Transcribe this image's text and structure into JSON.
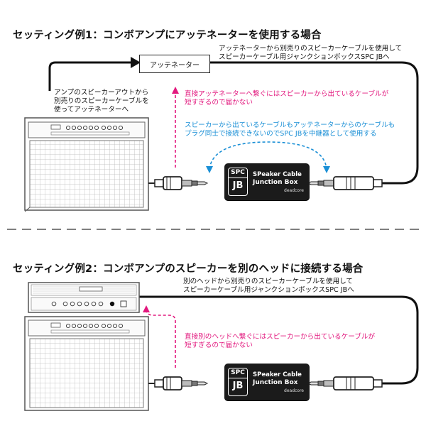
{
  "section1": {
    "heading": "セッティング例1：コンボアンプにアッテネーターを使用する場合",
    "attenuator_label": "アッテネーター",
    "note_top": [
      "アッテネーターから別売りのスピーカーケーブルを使用して",
      "スピーカーケーブル用ジャンクションボックスSPC JBへ"
    ],
    "note_amp": [
      "アンプのスピーカーアウトから",
      "別売りのスピーカーケーブルを",
      "使ってアッテネーターへ"
    ],
    "note_magenta": [
      "直接アッテネーターへ繋ぐにはスピーカーから出ているケーブルが",
      "短すぎるので届かない"
    ],
    "note_blue": [
      "スピーカーから出ているケーブルもアッテネーターからのケーブルも",
      "プラグ同士で接続できないのでSPC JBを中継器として使用する"
    ]
  },
  "section2": {
    "heading": "セッティング例2：コンボアンプのスピーカーを別のヘッドに接続する場合",
    "note_top": [
      "別のヘッドから別売りのスピーカーケーブルを使用して",
      "スピーカーケーブル用ジャンクションボックスSPC JBへ"
    ],
    "note_magenta": [
      "直接別のヘッドへ繋ぐにはスピーカーから出ているケーブルが",
      "短すぎるので届かない"
    ]
  },
  "device": {
    "badge_top": "SPC",
    "badge_bottom": "JB",
    "title_line1": "SPeaker Cable",
    "title_line2": "Junction Box",
    "brand": "deadcore"
  },
  "colors": {
    "magenta": "#e2187e",
    "blue": "#1a8fd6",
    "line": "#111111",
    "device": "#1b1b1b"
  }
}
